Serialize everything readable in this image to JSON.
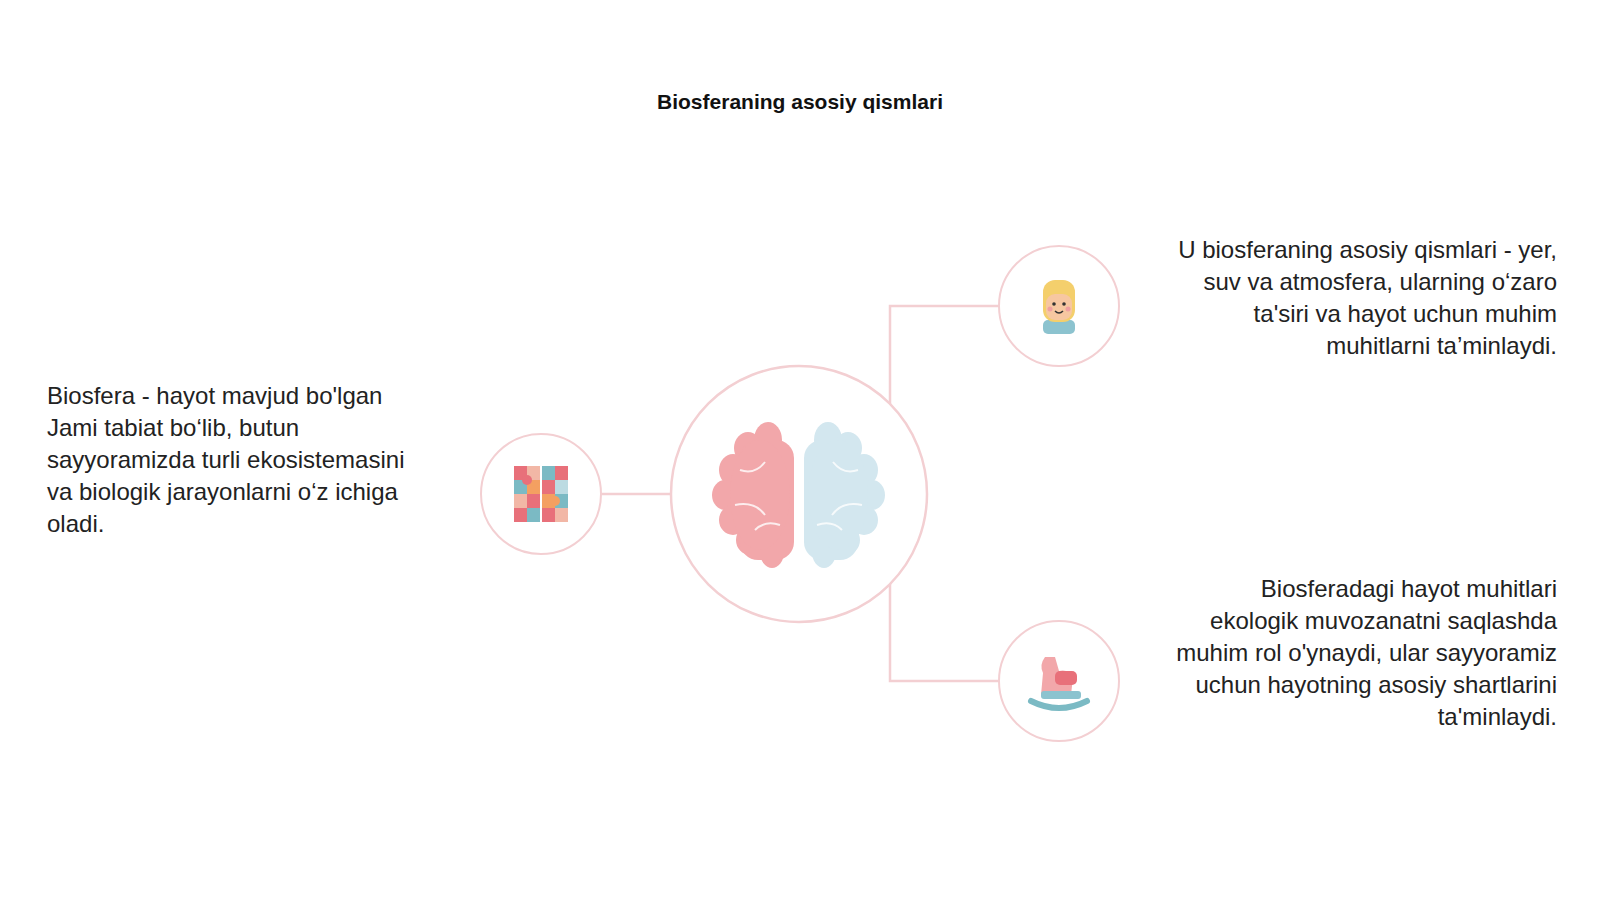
{
  "diagram": {
    "title": "Biosferaning asosiy qismlari",
    "nodes": [
      {
        "text": [
          "Biosfera - hayot mavjud bo'lgan Jami tabiat bo‘lib, butun sayyoramizda turli ekosistemasini va biologik jarayonlarni o‘z ichiga oladi."
        ]
      },
      {
        "text": [
          "U biosferaning asosiy qismlari - yer, suv va atmosfera, ularning o‘zaro ta'siri va hayot uchun muhim muhitlarni ta’minlaydi."
        ]
      },
      {
        "text": [
          "Biosferadagi hayot muhitlari ekologik muvozanatni saqlashda muhim rol o'ynaydi, ular sayyoramiz uchun hayotning asosiy shartlarini ta'minlaydi."
        ]
      }
    ]
  }
}
